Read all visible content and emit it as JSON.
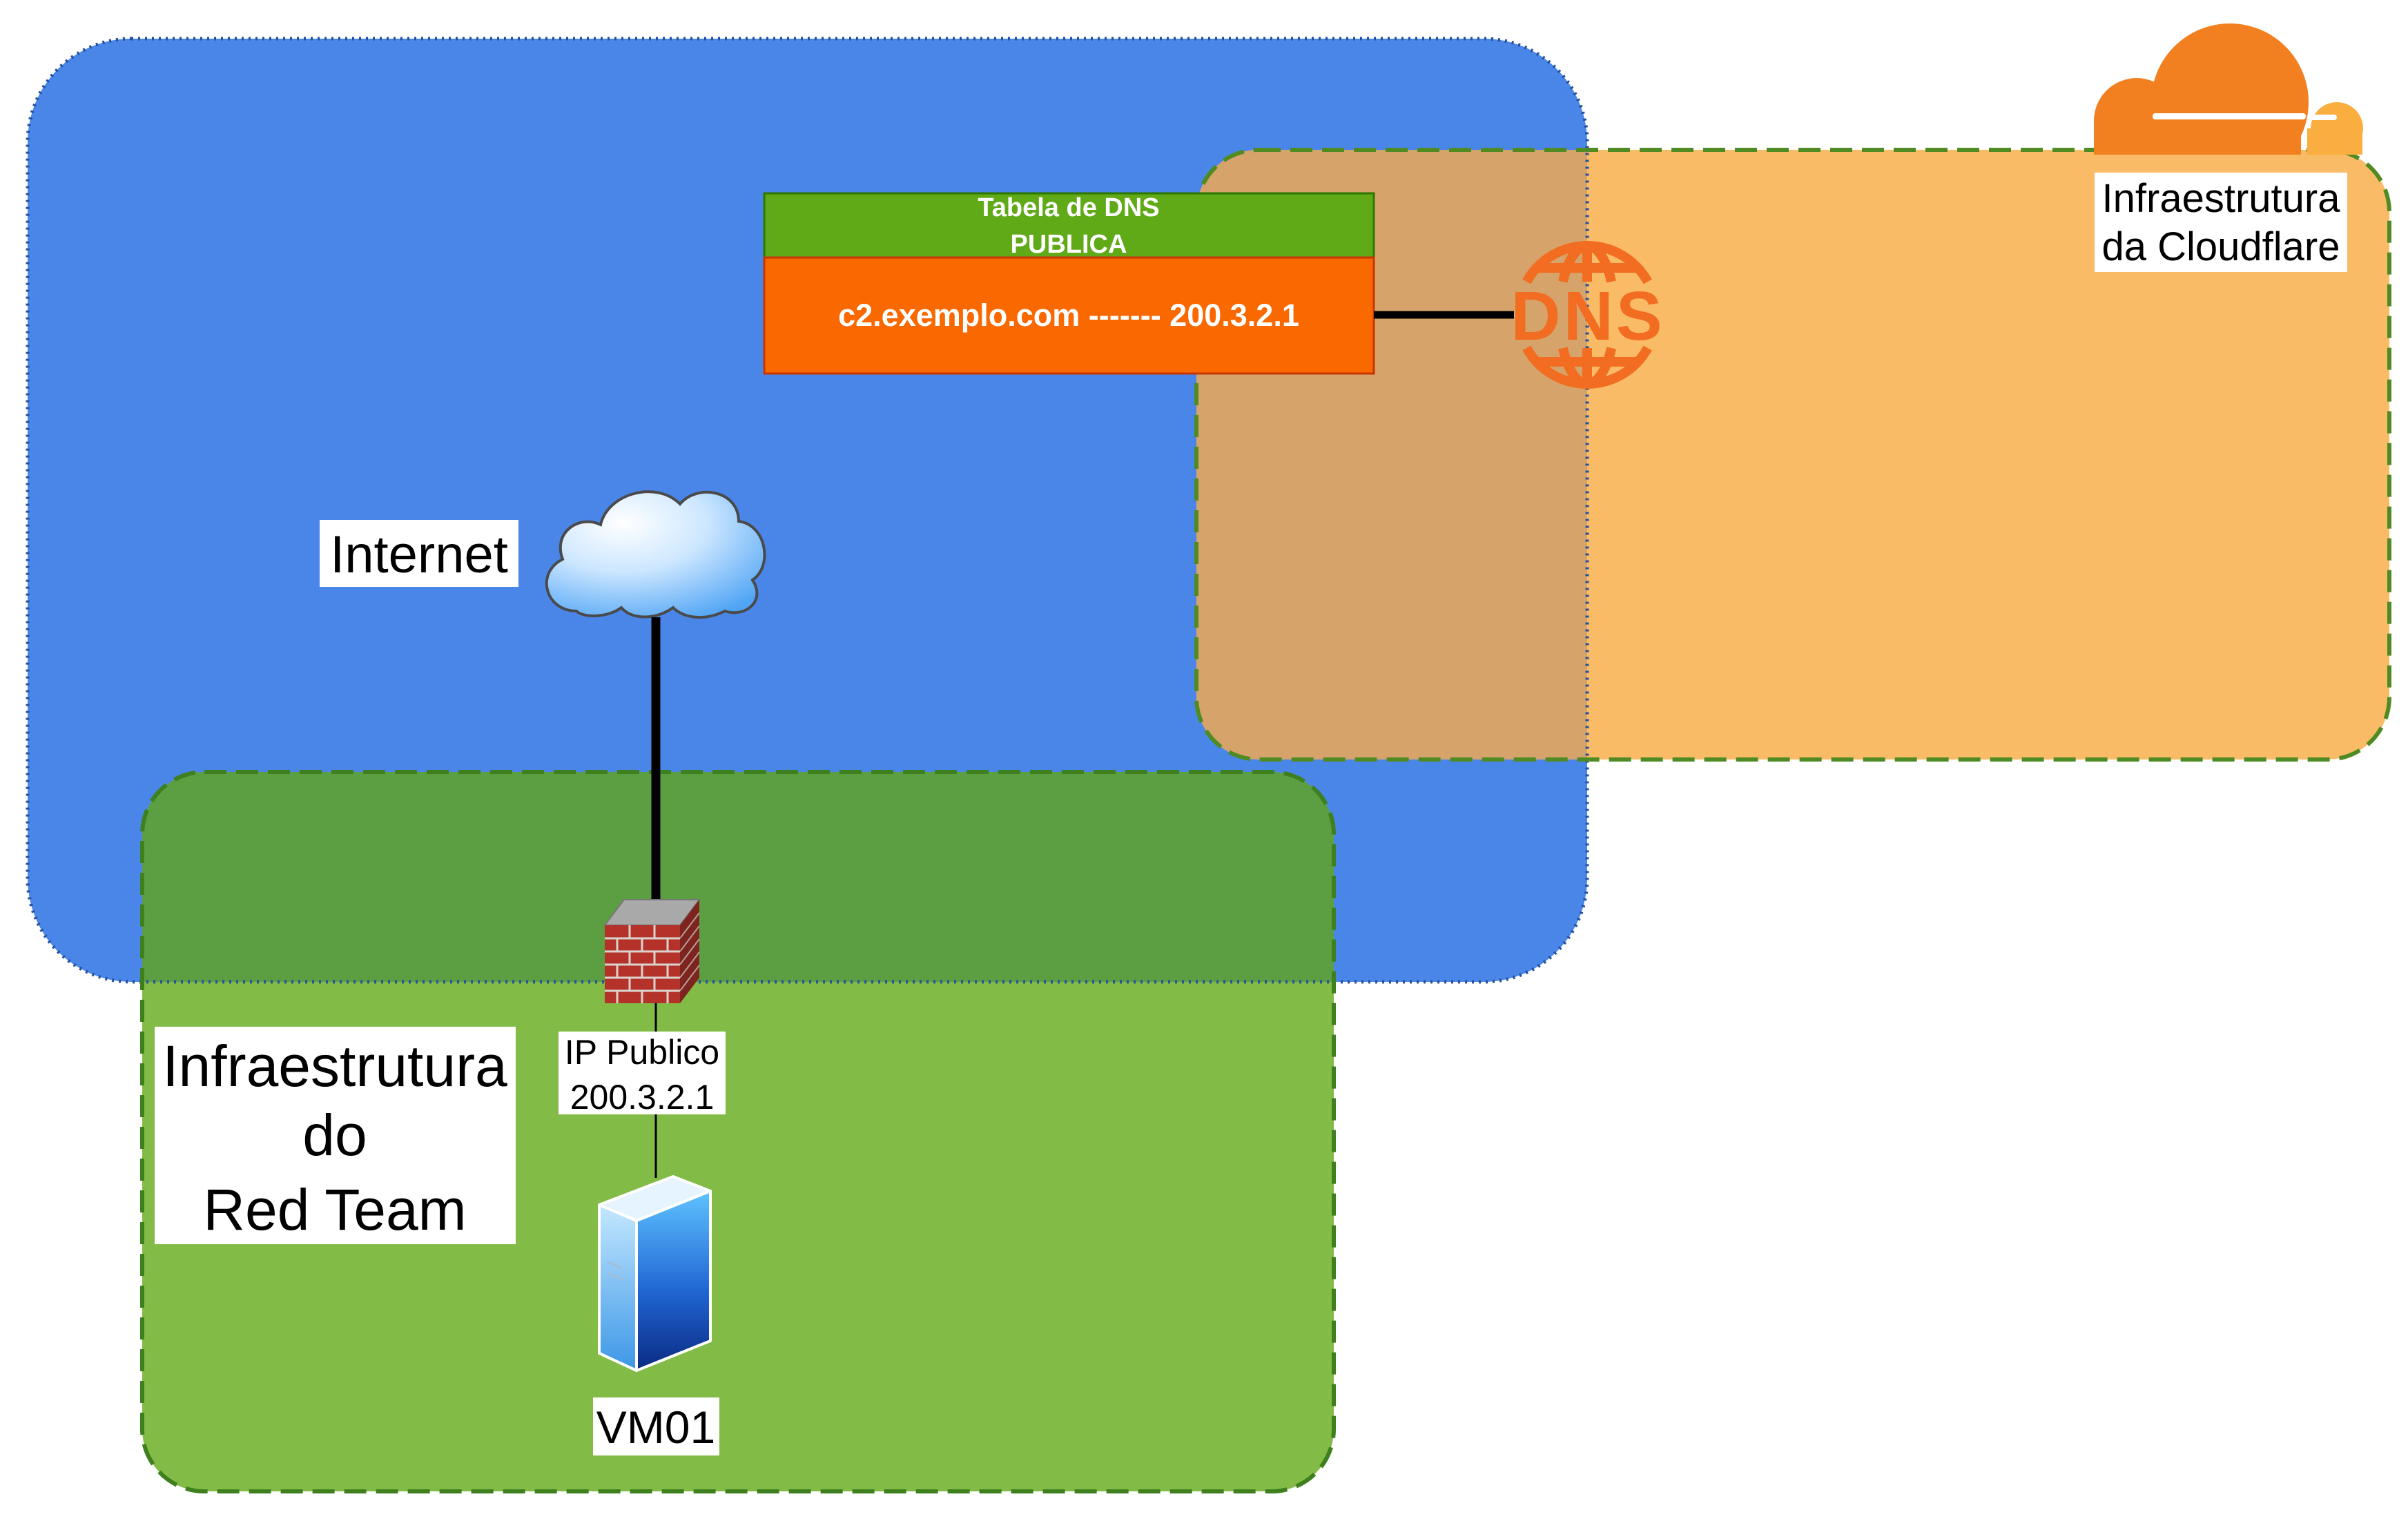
{
  "diagram": {
    "zones": {
      "internet": {
        "color": "#4A86E8",
        "border_color": "#2450A0"
      },
      "cloudflare": {
        "label_lines": [
          "Infraestrutura",
          "da Cloudflare"
        ],
        "color": "#F9BB66",
        "border_color": "#4F8B22"
      },
      "red_team": {
        "label_lines": [
          "Infraestrutura",
          "do",
          "Red Team"
        ],
        "color": "#83BB47",
        "border_color": "#3E7F1E"
      }
    },
    "internet_cloud": {
      "icon": "internet-cloud-icon",
      "label": "Internet"
    },
    "dns_table": {
      "header_lines": [
        "Tabela de DNS",
        "PUBLICA"
      ],
      "record": "c2.exemplo.com ------- 200.3.2.1",
      "header_color": "#60A917",
      "body_color": "#FA6800"
    },
    "dns_icon": {
      "icon": "dns-globe-icon",
      "letters": "DNS",
      "color": "#F26D21"
    },
    "firewall": {
      "icon": "firewall-icon",
      "label_lines": [
        "IP Publico",
        "200.3.2.1"
      ]
    },
    "server": {
      "icon": "server-icon",
      "label": "VM01"
    },
    "cloudflare_logo": {
      "icon": "cloudflare-logo-icon",
      "primary_color": "#F38020",
      "secondary_color": "#FAAE40"
    }
  }
}
